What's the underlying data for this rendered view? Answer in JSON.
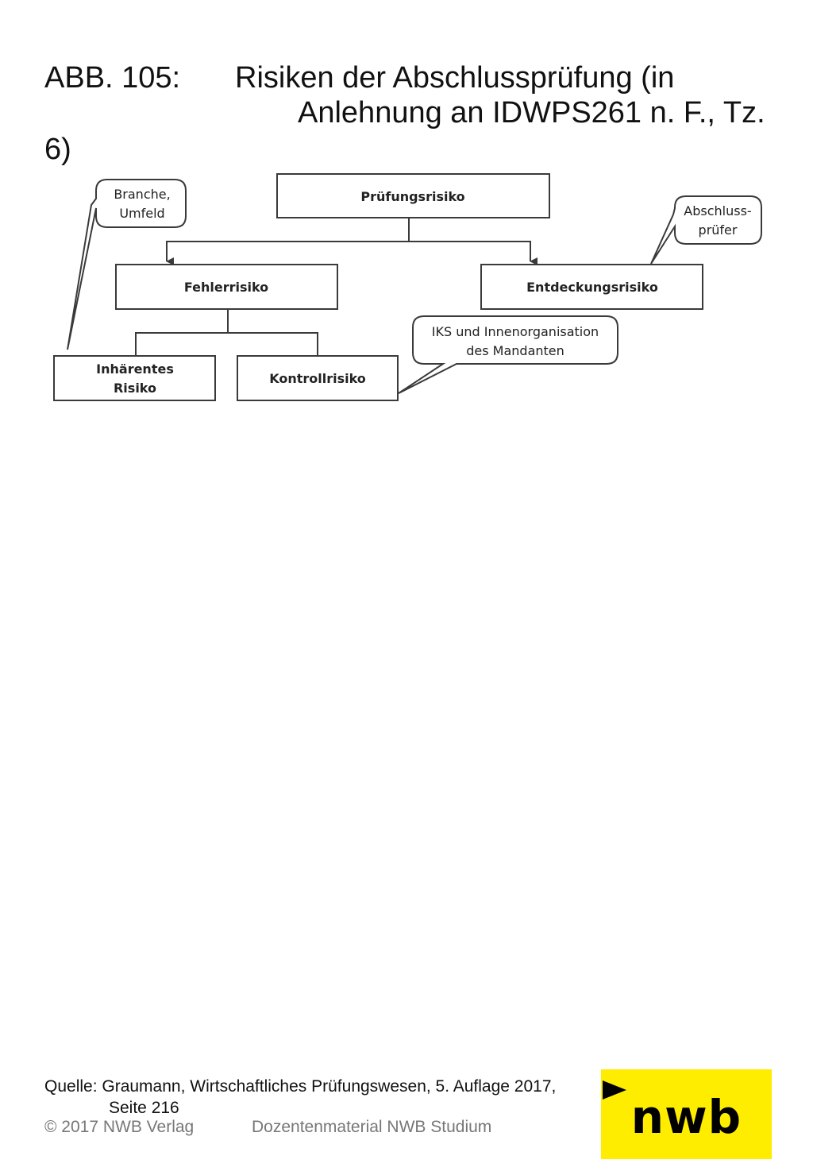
{
  "title": {
    "number": "ABB. 105:",
    "line1": "Risiken der Abschlussprüfung (in",
    "line2": "Anlehnung an IDWPS261 n. F., Tz.",
    "line3": "6)"
  },
  "diagram": {
    "nodes": {
      "pruefungsrisiko": "Prüfungsrisiko",
      "fehlerrisiko": "Fehlerrisiko",
      "entdeckungsrisiko": "Entdeckungsrisiko",
      "inhaerentes_line1": "Inhärentes",
      "inhaerentes_line2": "Risiko",
      "kontrollrisiko": "Kontrollrisiko"
    },
    "callouts": {
      "branche_line1": "Branche,",
      "branche_line2": "Umfeld",
      "abschluss_line1": "Abschluss-",
      "abschluss_line2": "prüfer",
      "iks_line1": "IKS und Innenorganisation",
      "iks_line2": "des Mandanten"
    }
  },
  "footer": {
    "source_line1": "Quelle: Graumann, Wirtschaftliches Prüfungswesen, 5. Auflage 2017,",
    "source_line2": "Seite 216",
    "copyright": "© 2017 NWB Verlag",
    "material": "Dozentenmaterial NWB Studium"
  },
  "logo": {
    "text": "nwb",
    "background": "#ffed00"
  }
}
